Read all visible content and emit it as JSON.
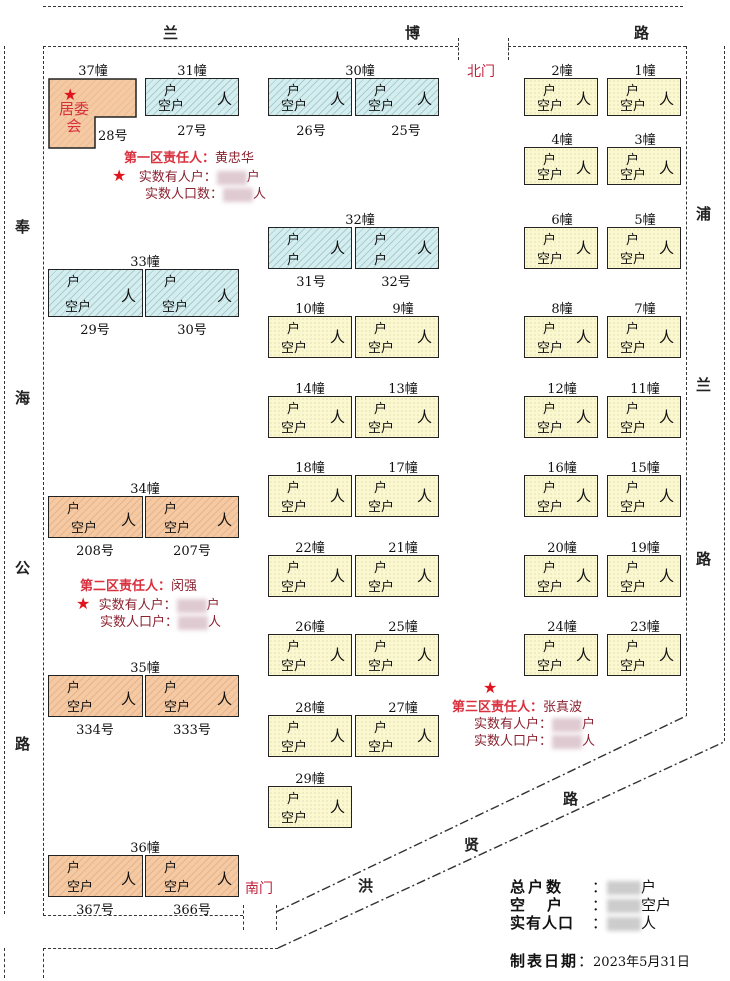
{
  "roads": {
    "north": [
      "兰",
      "博",
      "路"
    ],
    "west": [
      "奉",
      "海",
      "公",
      "路"
    ],
    "east": [
      "浦",
      "兰",
      "路"
    ],
    "southeast": [
      "洪",
      "贤",
      "路"
    ]
  },
  "gates": {
    "north": "北门",
    "south": "南门"
  },
  "committee": {
    "building": "37幢",
    "label_line1": "居委",
    "label_line2": "会",
    "number": "28号",
    "star": "★"
  },
  "unit_labels": {
    "households": "户",
    "vacant": "空户",
    "people": "人",
    "single_household": "户"
  },
  "buildings": [
    {
      "name": "31幢",
      "units": [
        {
          "number": "27号",
          "color": "blue"
        }
      ]
    },
    {
      "name": "30幢",
      "units": [
        {
          "number": "26号",
          "color": "blue"
        },
        {
          "number": "25号",
          "color": "blue"
        }
      ]
    },
    {
      "name": "32幢",
      "units": [
        {
          "number": "31号",
          "color": "blue"
        },
        {
          "number": "32号",
          "color": "blue"
        }
      ]
    },
    {
      "name": "33幢",
      "units": [
        {
          "number": "29号",
          "color": "blue"
        },
        {
          "number": "30号",
          "color": "blue"
        }
      ]
    },
    {
      "name": "34幢",
      "units": [
        {
          "number": "208号",
          "color": "orange"
        },
        {
          "number": "207号",
          "color": "orange"
        }
      ]
    },
    {
      "name": "35幢",
      "units": [
        {
          "number": "334号",
          "color": "orange"
        },
        {
          "number": "333号",
          "color": "orange"
        }
      ]
    },
    {
      "name": "36幢",
      "units": [
        {
          "number": "367号",
          "color": "orange"
        },
        {
          "number": "366号",
          "color": "orange"
        }
      ]
    },
    {
      "name": "1幢"
    },
    {
      "name": "2幢"
    },
    {
      "name": "3幢"
    },
    {
      "name": "4幢"
    },
    {
      "name": "5幢"
    },
    {
      "name": "6幢"
    },
    {
      "name": "7幢"
    },
    {
      "name": "8幢"
    },
    {
      "name": "9幢"
    },
    {
      "name": "10幢"
    },
    {
      "name": "11幢"
    },
    {
      "name": "12幢"
    },
    {
      "name": "13幢"
    },
    {
      "name": "14幢"
    },
    {
      "name": "15幢"
    },
    {
      "name": "16幢"
    },
    {
      "name": "17幢"
    },
    {
      "name": "18幢"
    },
    {
      "name": "19幢"
    },
    {
      "name": "20幢"
    },
    {
      "name": "21幢"
    },
    {
      "name": "22幢"
    },
    {
      "name": "23幢"
    },
    {
      "name": "24幢"
    },
    {
      "name": "25幢"
    },
    {
      "name": "26幢"
    },
    {
      "name": "27幢"
    },
    {
      "name": "28幢"
    },
    {
      "name": "29幢"
    }
  ],
  "zones": [
    {
      "title": "第一区责任人：",
      "person": "黄忠华",
      "row1_label": "实数有人户：",
      "row1_unit": "户",
      "row2_label": "实数人口数：",
      "row2_unit": "人"
    },
    {
      "title": "第二区责任人：",
      "person": "闵强",
      "row1_label": "实数有人户：",
      "row1_unit": "户",
      "row2_label": "实数人口户：",
      "row2_unit": "人"
    },
    {
      "title": "第三区责任人：",
      "person": "张真波",
      "row1_label": "实数有人户：",
      "row1_unit": "户",
      "row2_label": "实数人口户：",
      "row2_unit": "人"
    }
  ],
  "summary": {
    "total_households_label": "总户数",
    "total_households_unit": "户",
    "vacant_label": "空户",
    "vacant_unit": "空户",
    "population_label": "实有人口",
    "population_unit": "人",
    "colon": "：",
    "date_label": "制表日期",
    "date_value": "2023年5月31日"
  },
  "colors": {
    "yellow": "#fbf8cf",
    "blue": "#d4eef0",
    "orange": "#f5c9a2",
    "zone_title": "#d8303e",
    "gate": "#c0223a",
    "star": "#e0141e"
  }
}
